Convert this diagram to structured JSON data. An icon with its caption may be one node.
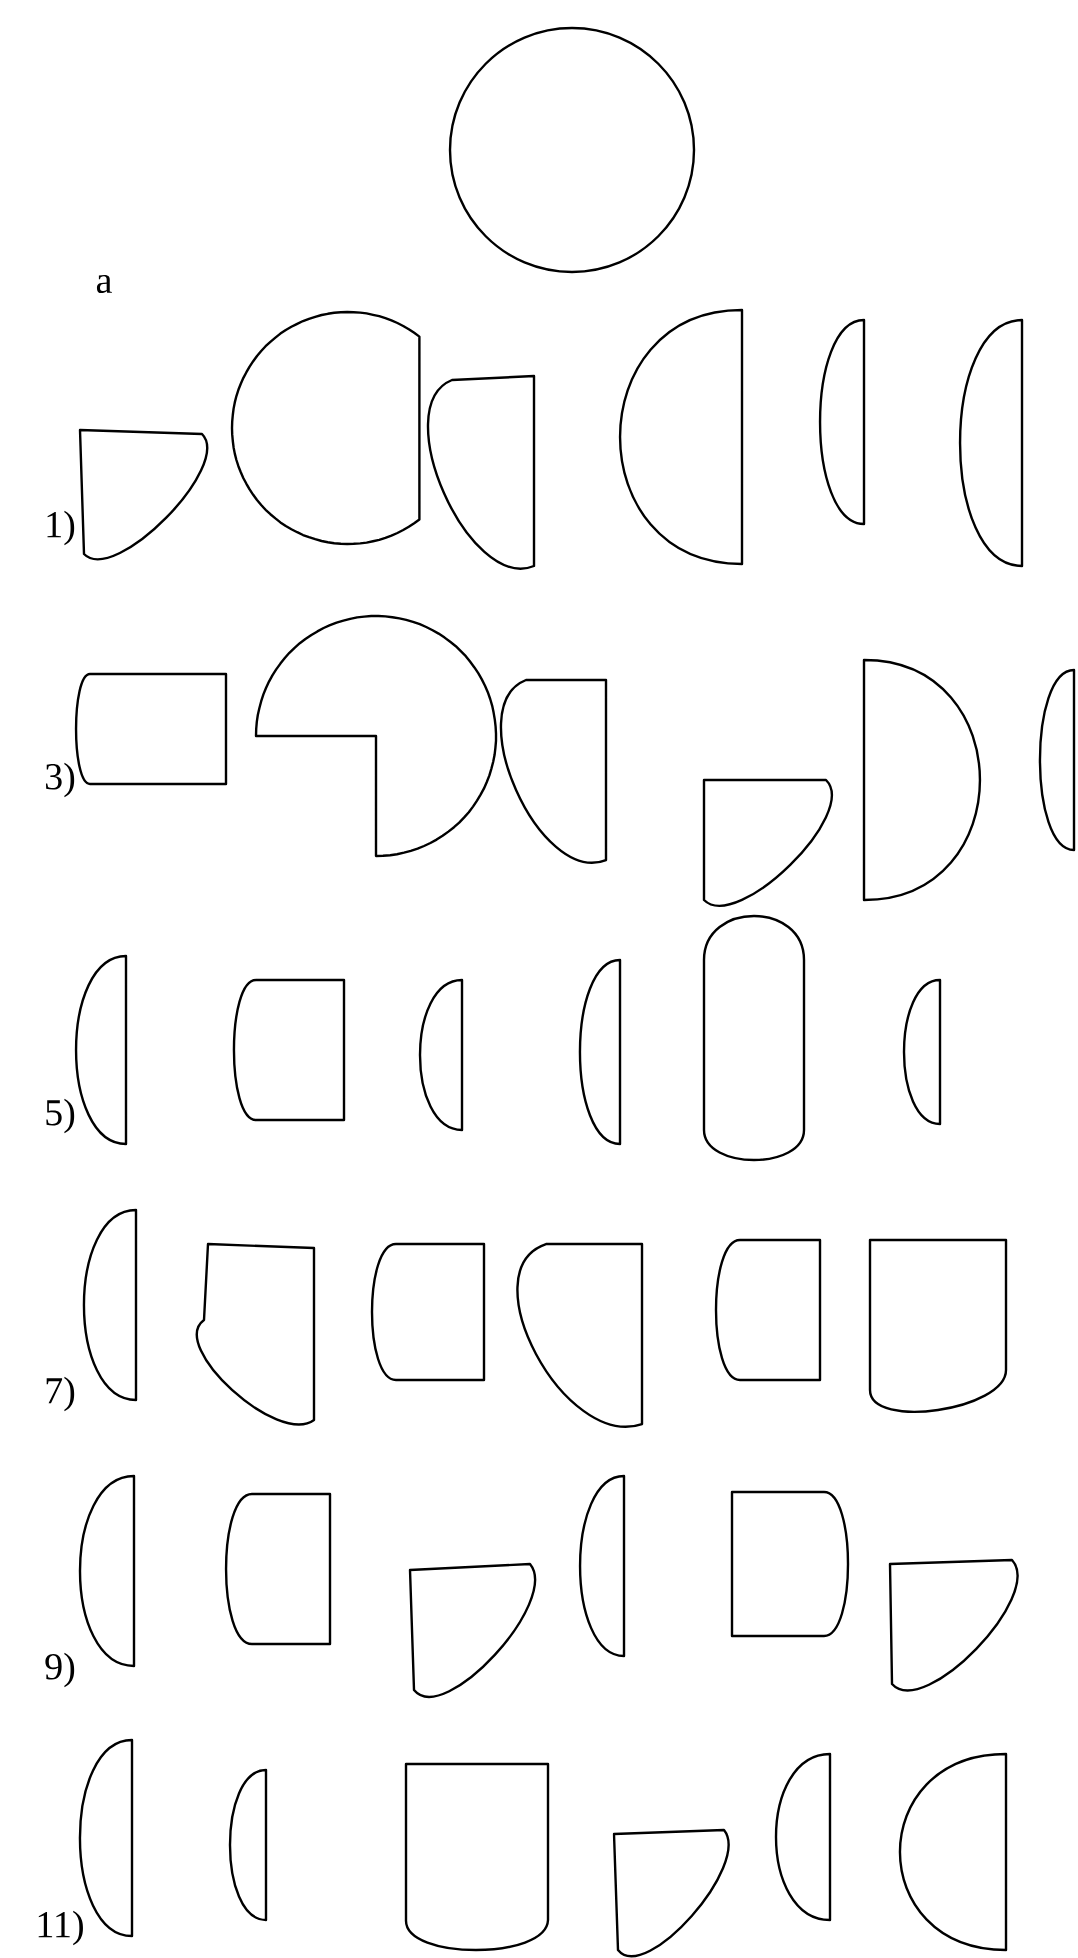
{
  "diagram": {
    "labels": [
      "a",
      "1)",
      "3)",
      "5)",
      "7)",
      "9)",
      "11)"
    ]
  }
}
